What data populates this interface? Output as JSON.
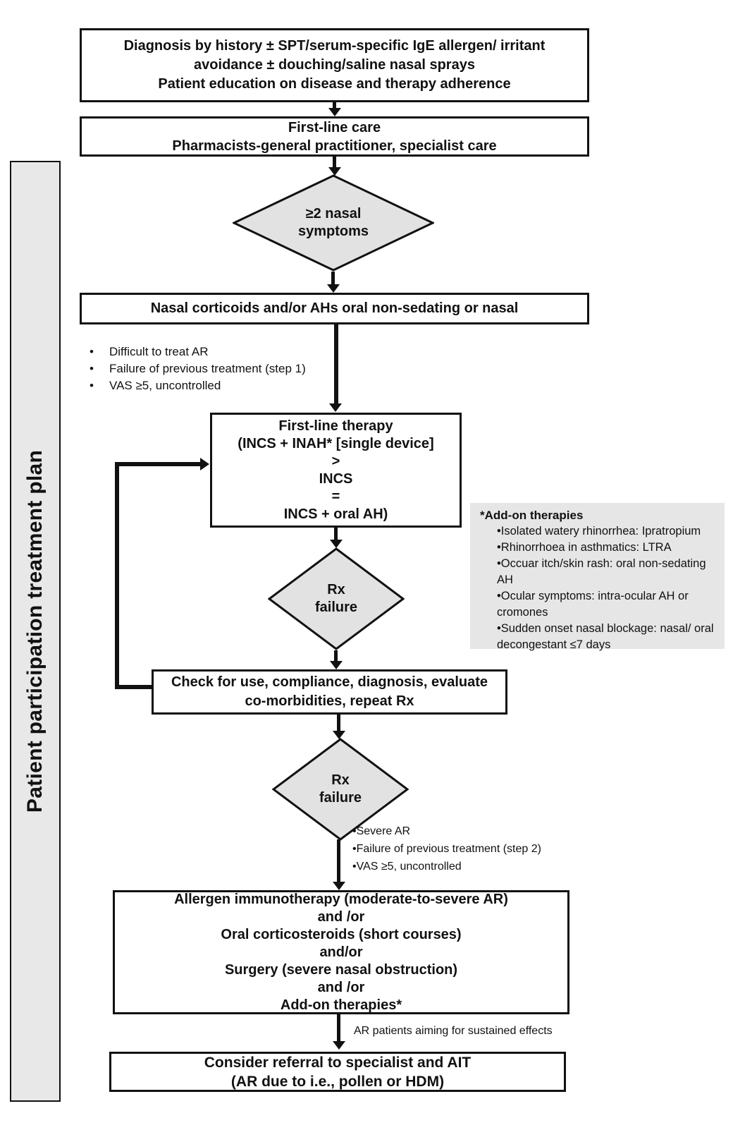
{
  "title": "AR treatment flowchart",
  "sidebar": {
    "label": "Patient participation treatment plan"
  },
  "flow": {
    "box_diagnosis": {
      "lines": [
        "Diagnosis by history ± SPT/serum-specific IgE allergen/ irritant",
        "avoidance ± douching/saline nasal sprays",
        "Patient education on disease and therapy adherence"
      ]
    },
    "box_first_line_care": {
      "lines": [
        "First-line care",
        "Pharmacists-general practitioner, specialist care"
      ]
    },
    "diamond_nasal_symptoms": {
      "lines": [
        "≥2 nasal",
        "symptoms"
      ]
    },
    "box_nasal_corticoids": {
      "text": "Nasal corticoids and/or AHs oral non-sedating or nasal"
    },
    "criteria_step1": {
      "items": [
        "Difficult to treat AR",
        "Failure of previous treatment (step 1)",
        "VAS ≥5, uncontrolled"
      ]
    },
    "box_first_line_therapy": {
      "lines": [
        "First-line therapy",
        "(INCS + INAH* [single device]",
        ">",
        "INCS",
        "=",
        "INCS + oral AH)"
      ]
    },
    "diamond_rx_failure_1": {
      "lines": [
        "Rx",
        "failure"
      ]
    },
    "box_check": {
      "lines": [
        "Check for use, compliance, diagnosis, evaluate",
        "co-morbidities, repeat Rx"
      ]
    },
    "diamond_rx_failure_2": {
      "lines": [
        "Rx",
        "failure"
      ]
    },
    "criteria_step2": {
      "items": [
        "Severe AR",
        "Failure of previous treatment (step 2)",
        "VAS ≥5, uncontrolled"
      ]
    },
    "note_addon": {
      "title": "*Add-on therapies",
      "items": [
        "Isolated watery rhinorrhea: Ipratropium",
        "Rhinorrhoea in asthmatics: LTRA",
        "Occuar itch/skin rash: oral non-sedating AH",
        "Ocular symptoms: intra-ocular AH or cromones",
        "Sudden onset nasal blockage: nasal/ oral decongestant ≤7 days"
      ]
    },
    "box_escalation": {
      "lines": [
        "Allergen immunotherapy (moderate-to-severe AR)",
        "and /or",
        "Oral corticosteroids (short courses)",
        "and/or",
        "Surgery (severe nasal obstruction)",
        "and /or",
        "Add-on therapies*"
      ]
    },
    "arrow_label_sustained": "AR patients aiming for sustained effects",
    "box_referral": {
      "lines": [
        "Consider referral to specialist and AIT",
        "(AR due to i.e., pollen or HDM)"
      ]
    }
  },
  "colors": {
    "diamond_fill": "#e2e2e2",
    "sidebar_fill": "#e8e8e8",
    "note_fill": "#e6e6e6",
    "line_color": "#111111"
  }
}
